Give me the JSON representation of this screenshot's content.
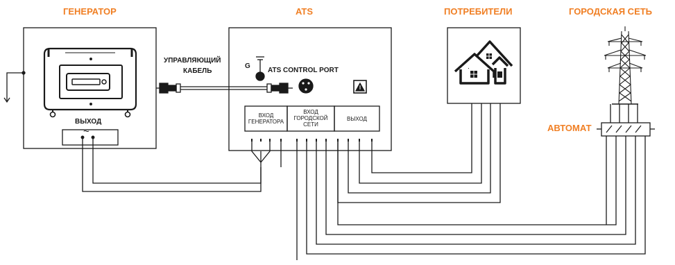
{
  "titles": {
    "generator": "ГЕНЕРАТОР",
    "ats": "ATS",
    "consumers": "ПОТРЕБИТЕЛИ",
    "grid": "ГОРОДСКАЯ СЕТЬ",
    "breaker": "АВТОМАТ"
  },
  "generator": {
    "output_label": "ВЫХОД",
    "ac_symbol": "~"
  },
  "cable": {
    "line1": "УПРАВЛЯЮЩИЙ",
    "line2": "КАБЕЛЬ"
  },
  "ats": {
    "ground_label": "G",
    "control_port": "ATS CONTROL PORT",
    "gen_input_1": "ВХОД",
    "gen_input_2": "ГЕНЕРАТОРА",
    "grid_input_1": "ВХОД",
    "grid_input_2": "ГОРОДСКОЙ",
    "grid_input_3": "СЕТИ",
    "output": "ВЫХОД"
  },
  "colors": {
    "accent": "#F07F24",
    "line": "#1a1a1a"
  }
}
